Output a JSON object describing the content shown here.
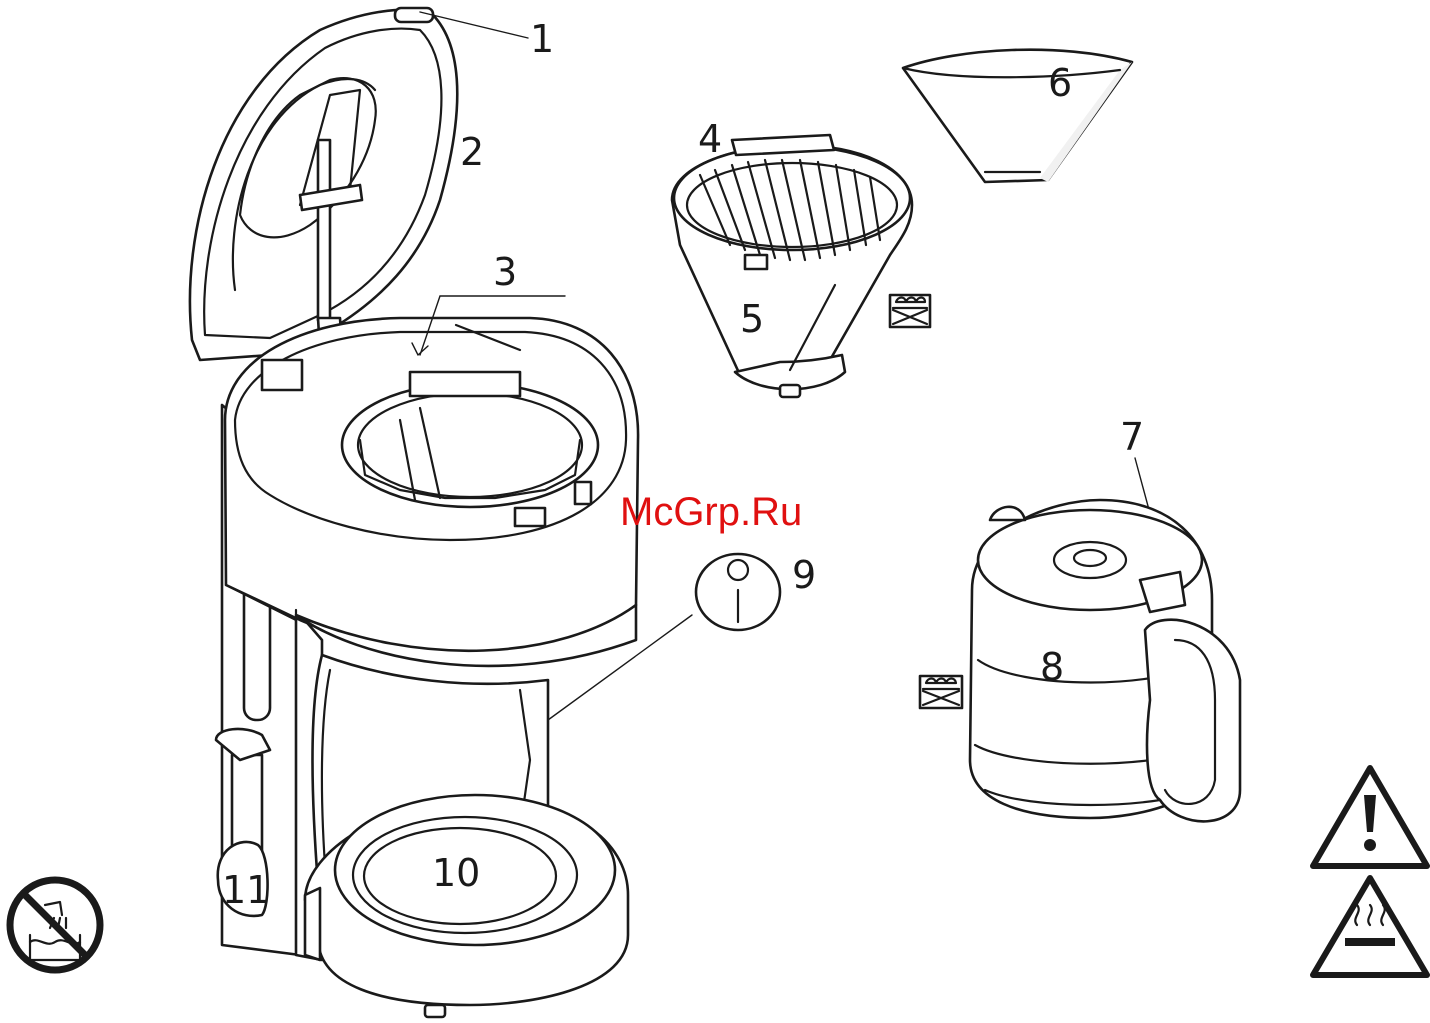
{
  "watermark": "McGrp.Ru",
  "colors": {
    "watermark": "#e01010",
    "line": "#1a1a1a",
    "background": "#ffffff"
  },
  "callouts": [
    "1",
    "2",
    "3",
    "4",
    "5",
    "6",
    "7",
    "8",
    "9",
    "10",
    "11"
  ],
  "icons": {
    "dishwasher_filter": "dishwasher-safe-icon",
    "dishwasher_jug": "dishwasher-safe-icon",
    "no_immersion": "no-water-immersion-icon",
    "warning": "warning-triangle-icon",
    "hot_surface": "hot-surface-icon",
    "power_switch": "power-switch-icon"
  }
}
